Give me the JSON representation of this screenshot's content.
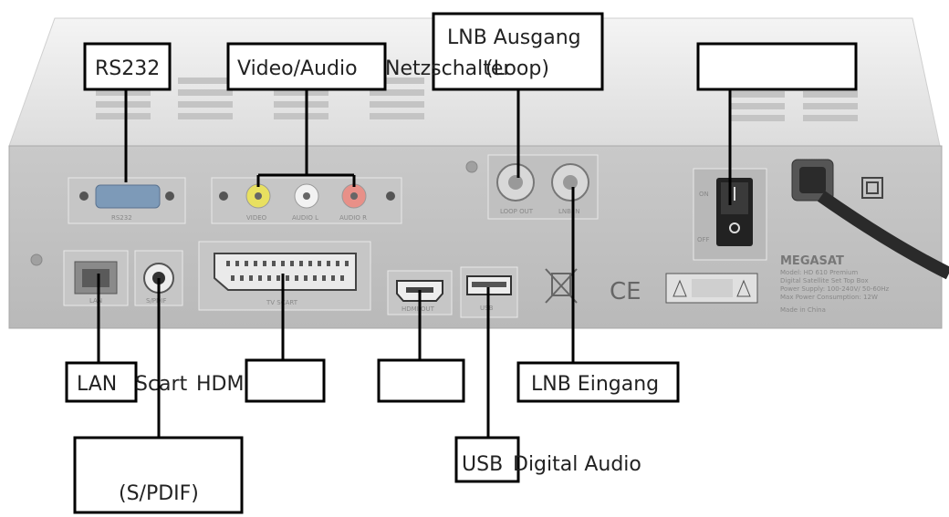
{
  "device": {
    "brand": "MEGASAT",
    "specs": [
      "Model: HD 610 Premium",
      "Digital Satellite Set Top Box",
      "Power Supply: 100-240V/ 50-60Hz",
      "Max Power Consumption: 12W"
    ],
    "made_in": "Made in China",
    "port_labels": {
      "rs232": "RS232",
      "video": "VIDEO",
      "audio_l": "AUDIO L",
      "audio_r": "AUDIO R",
      "lnb_out": "LOOP OUT",
      "lnb_in": "LNB IN",
      "lan": "LAN",
      "spdif": "S/PDIF",
      "scart": "TV SCART",
      "hdmi": "HDMI OUT",
      "usb": "USB",
      "on": "ON",
      "off": "OFF"
    }
  },
  "labels": {
    "rs232": "RS232",
    "video_audio": "Video/Audio",
    "netzschalter": "Netzschalter",
    "lnb_ausgang_line1": "LNB Ausgang",
    "lnb_ausgang_line2": "(Loop)",
    "lan": "LAN",
    "scart": "Scart",
    "hdmi": "HDM",
    "lnb_eingang": "LNB Eingang",
    "usb": "USB",
    "digital_audio": "Digital Audio",
    "spdif": "(S/PDIF)"
  },
  "colors": {
    "video_port": "#e8e060",
    "audio_l_port": "#f2f2f2",
    "audio_r_port": "#e89088",
    "rs232_port": "#7d9ab8"
  }
}
